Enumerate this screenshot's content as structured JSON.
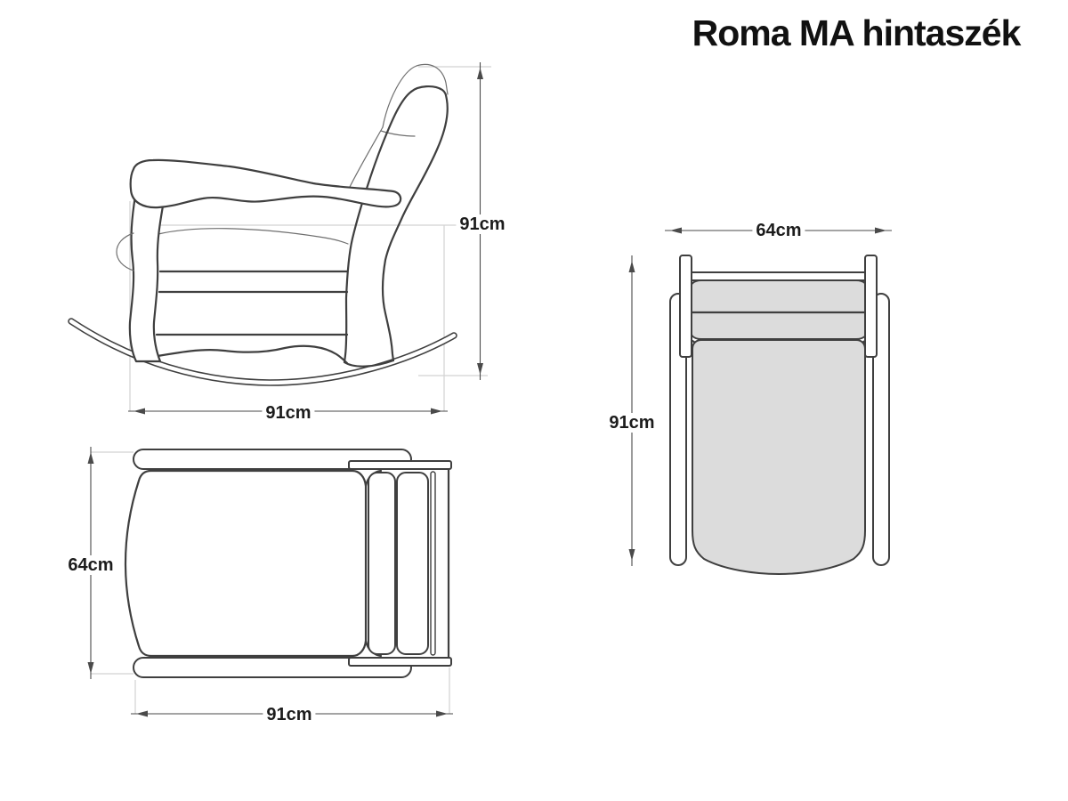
{
  "title": "Roma MA hintaszék",
  "labels": {
    "side_height": "91cm",
    "side_width": "91cm",
    "top_depth": "64cm",
    "top_width": "91cm",
    "plan_width": "64cm",
    "plan_height": "91cm"
  },
  "colors": {
    "line": "#3f3f3f",
    "dim": "#4a4a4a",
    "faint": "#d2d2d2",
    "fill": "#dcdcdc",
    "background": "#ffffff",
    "text": "#111111"
  }
}
